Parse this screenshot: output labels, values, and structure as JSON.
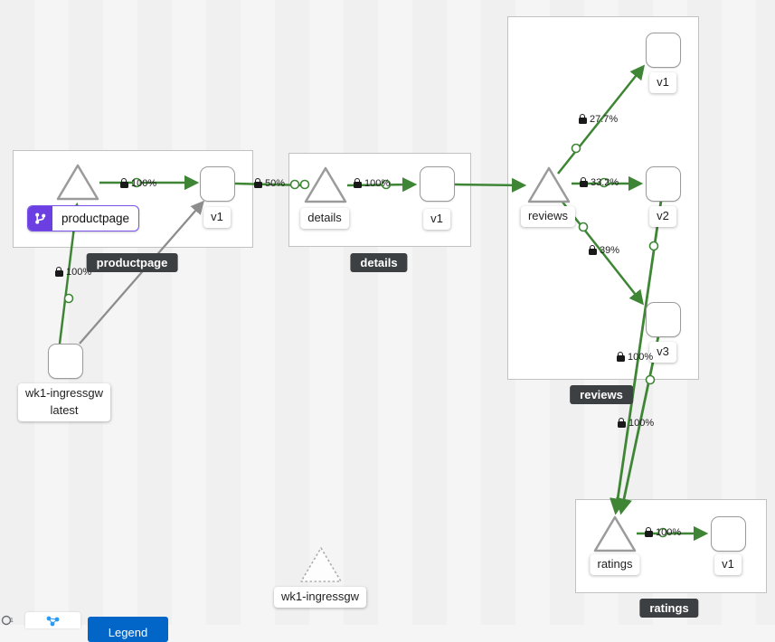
{
  "group_badges": {
    "productpage": "productpage",
    "details": "details",
    "reviews": "reviews",
    "ratings": "ratings"
  },
  "nodes": {
    "productpage_app": "productpage",
    "productpage_v1": "v1",
    "details_service": "details",
    "details_v1": "v1",
    "reviews_service": "reviews",
    "reviews_v1": "v1",
    "reviews_v2": "v2",
    "reviews_v3": "v3",
    "ratings_service": "ratings",
    "ratings_v1": "v1",
    "ingress_line1": "wk1-ingressgw",
    "ingress_line2": "latest",
    "idle_service": "wk1-ingressgw"
  },
  "edges": [
    {
      "id": "ingress-to-productpage",
      "label": "100%"
    },
    {
      "id": "productpage-to-v1",
      "label": "100%"
    },
    {
      "id": "v1-to-details",
      "label": "50%"
    },
    {
      "id": "details-to-v1",
      "label": "100%"
    },
    {
      "id": "reviews-to-v1",
      "label": "27.7%"
    },
    {
      "id": "reviews-to-v2",
      "label": "33.2%"
    },
    {
      "id": "reviews-to-v3",
      "label": "39%"
    },
    {
      "id": "v3-to-ratings",
      "label": "100%"
    },
    {
      "id": "v2-to-ratings",
      "label": "100%"
    },
    {
      "id": "ratings-to-v1",
      "label": "100%"
    }
  ],
  "toolbar": {
    "legend": "Legend"
  },
  "colors": {
    "edge_green": "#3e8635",
    "edge_gray": "#8d8d8d",
    "badge_purple": "#6c3fe3",
    "dark_badge_bg": "#3d4043",
    "button_blue": "#0266c8"
  }
}
